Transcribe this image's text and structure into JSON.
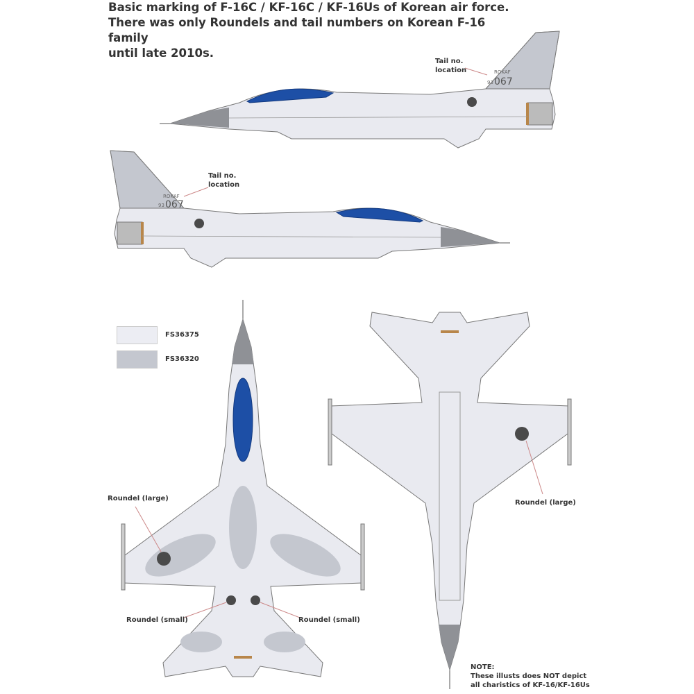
{
  "title": [
    "Basic marking of F-16C / KF-16C / KF-16Us of Korean air force.",
    "There was only Roundels and tail numbers on Korean F-16 family",
    "until late 2010s."
  ],
  "colors": {
    "fs36375": "#ecedf3",
    "fs36320": "#c4c7cf",
    "canopy": "#1d4fa6",
    "nose": "#8f9196",
    "roundel": "#4a4a4a"
  },
  "legend": [
    {
      "code": "FS36375"
    },
    {
      "code": "FS36320"
    }
  ],
  "side_views": [
    {
      "label": "Tail no. location",
      "tail_prefix": "ROKAF",
      "tail_serial_prefix": "93",
      "tail_number": "067"
    },
    {
      "label": "Tail no. location",
      "tail_prefix": "ROKAF",
      "tail_serial_prefix": "93",
      "tail_number": "067"
    }
  ],
  "top_view": {
    "roundel_large": "Roundel (large)",
    "roundel_small_left": "Roundel (small)",
    "roundel_small_right": "Roundel (small)"
  },
  "bottom_view": {
    "roundel_large": "Roundel (large)"
  },
  "note": {
    "heading": "NOTE:",
    "line1": "These illusts does NOT depict",
    "line2": "all charistics of KF-16/KF-16Us"
  }
}
